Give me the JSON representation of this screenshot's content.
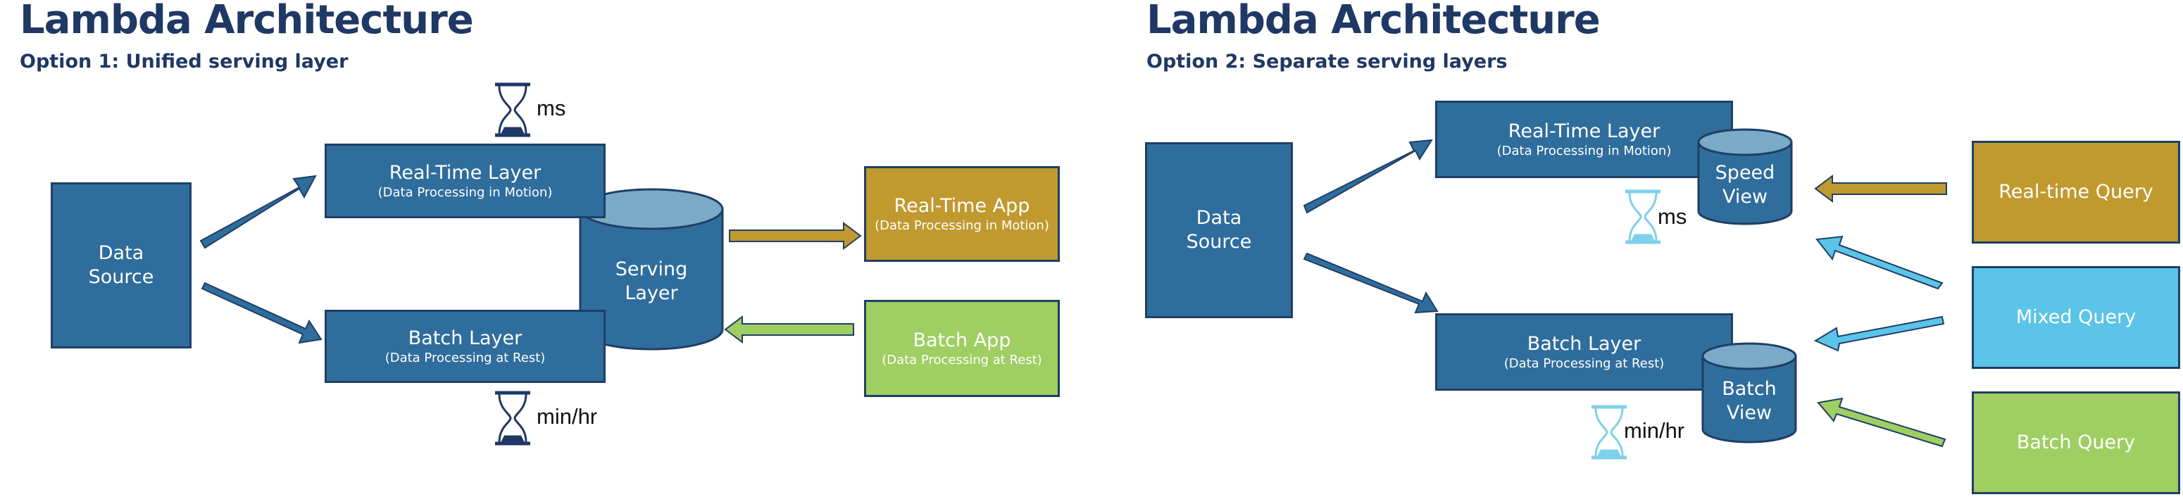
{
  "left": {
    "title": "Lambda Architecture",
    "subtitle": "Option 1: Unified serving layer",
    "data_source": [
      "Data",
      "Source"
    ],
    "realtime_layer": {
      "title": "Real-Time Layer",
      "sub": "(Data Processing in Motion)"
    },
    "batch_layer": {
      "title": "Batch Layer",
      "sub": "(Data Processing at Rest)"
    },
    "serving_layer": [
      "Serving",
      "Layer"
    ],
    "realtime_app": {
      "title": "Real-Time App",
      "sub": "(Data Processing in Motion)"
    },
    "batch_app": {
      "title": "Batch App",
      "sub": "(Data Processing at Rest)"
    },
    "timing_ms": "ms",
    "timing_minhr": "min/hr"
  },
  "right": {
    "title": "Lambda Architecture",
    "subtitle": "Option 2: Separate serving layers",
    "data_source": [
      "Data",
      "Source"
    ],
    "realtime_layer": {
      "title": "Real-Time Layer",
      "sub": "(Data Processing in Motion)"
    },
    "batch_layer": {
      "title": "Batch Layer",
      "sub": "(Data Processing at Rest)"
    },
    "speed_view": [
      "Speed",
      "View"
    ],
    "batch_view": [
      "Batch",
      "View"
    ],
    "timing_ms": "ms",
    "timing_minhr": "min/hr",
    "queries": {
      "realtime": "Real-time Query",
      "mixed": "Mixed Query",
      "batch": "Batch Query"
    }
  },
  "colors": {
    "title": "#1f3864",
    "layer_blue": "#2f6d9c",
    "realtime_gold": "#c0992f",
    "batch_green": "#9fce62",
    "mixed_sky": "#5bc4e8",
    "hourglass_dark": "#1f3864",
    "hourglass_light": "#7fd0ea"
  }
}
